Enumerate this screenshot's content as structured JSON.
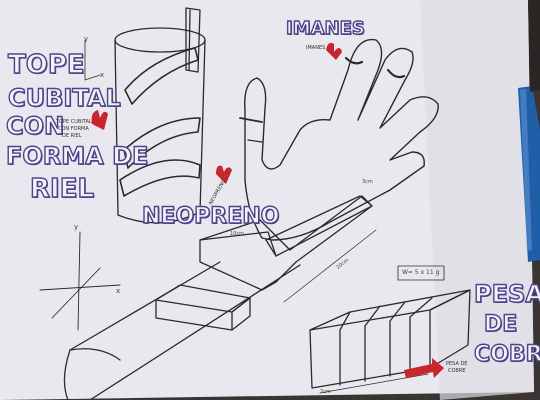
{
  "photo": {
    "colors": {
      "paper": "#e9e8ee",
      "ink": "#2b2b2e",
      "bubble_outline": "#4a4590",
      "accent_red": "#c9262c",
      "pen_blue": "#1f5fa8",
      "background": "#3a3532"
    }
  },
  "headings": {
    "left_lines": [
      "TOPE",
      "CUBITAL",
      "CON",
      "FORMA DE",
      "RIEL"
    ],
    "imanes": "IMANES",
    "neopreno": "NEOPRENO",
    "pesa_lines": [
      "PESA",
      "DE",
      "COBRE"
    ]
  },
  "notes": {
    "tope_note": [
      "TOPE CUBITAL",
      "CON FORMA",
      "DE RIEL"
    ],
    "imanes_note": "IMANES",
    "neopreno_note": "NEOPRENO",
    "pesa_note": [
      "PESA DE",
      "COBRE"
    ],
    "formula": "W= 5 x 11 g",
    "axis_x": "x",
    "axis_y": "y",
    "axis_y_small": "y",
    "axis_x_small": "x",
    "dim_forearm": "10cm",
    "dim_bar": "20cm",
    "dim_weight": "3cm",
    "dim_small": "2cm"
  },
  "icons": [
    "red-arrow-icon",
    "red-hand-icon"
  ]
}
